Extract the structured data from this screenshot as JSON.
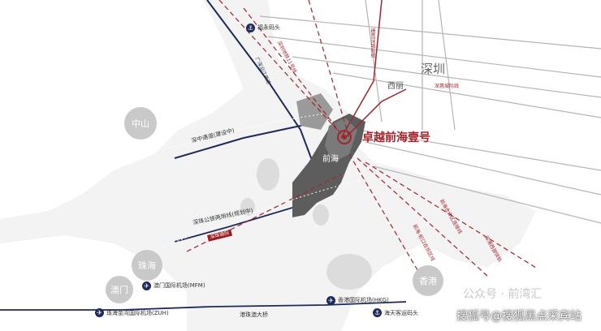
{
  "labels": {
    "fuyong_pier": "福永码头",
    "shenzhen": "深圳",
    "xili": "西丽",
    "shenhui_intercity": "深惠城际线",
    "shenzhong_channel": "深中通道(建设中)",
    "zhongshan": "中山",
    "qianhai": "前海",
    "project_name": "卓越前海壹号",
    "shenzhu_intercity": "深珠公铁两用线(规划中)",
    "shenzhu_cityrail": "深珠城际",
    "zhuhai": "珠海",
    "macau": "澳门",
    "macau_airport": "澳门国际机场(MFM)",
    "zhuhai_airport": "珠海金湾国际机场(ZUH)",
    "hzm_bridge": "港珠澳大桥",
    "hk_airport": "香港国际机场(HKG)",
    "haitian_pier": "海天客运码头",
    "hongkong": "香港",
    "guanghk_expressway": "广深沿江高速",
    "line11": "深圳地铁11号线",
    "rail_a": "穗莞深城际线",
    "rail_b": "前海-蛇口自贸区线",
    "rail_c": "前海合作区连接线",
    "rail_d": "深港西部快轨",
    "watermark_public": "公众号 · 前湾汇",
    "watermark_sohu": "搜狐号@搜狐黑点采宾站"
  },
  "colors": {
    "background": "#f3f3f3",
    "land": "#ffffff",
    "accent_red": "#a3242b",
    "qianhai_zone": "#5d5d5d",
    "navy": "#1d2a5a",
    "circle_gray": "#c9c9c9"
  },
  "icons": {
    "pier": "anchor-icon",
    "airport": "airplane-icon",
    "project": "location-target-icon"
  }
}
